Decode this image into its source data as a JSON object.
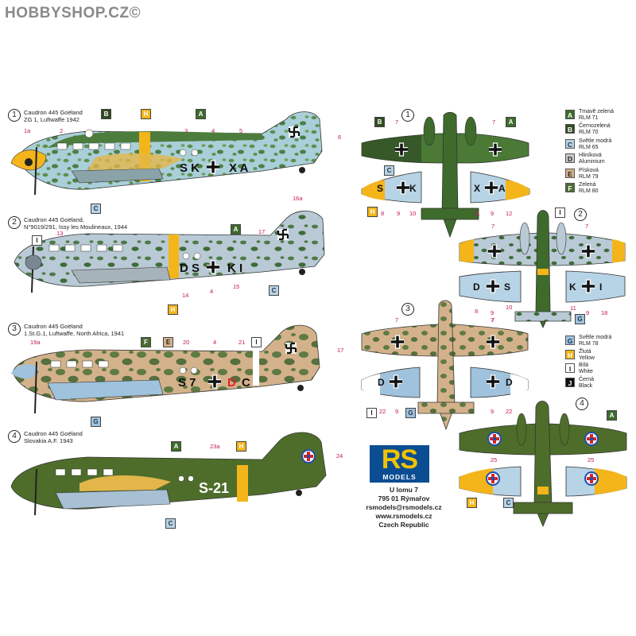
{
  "watermark": "HOBBYSHOP.CZ©",
  "schemes": [
    {
      "number": "1",
      "lines": [
        "Caudron 445 Goëland",
        "ZG 1, Luftwaffe 1942"
      ],
      "code": "SK+XA"
    },
    {
      "number": "2",
      "lines": [
        "Caudron 445 Goëland,",
        "N°9019/291, Issy les Moulineaux, 1944"
      ],
      "code": "DS+KI"
    },
    {
      "number": "3",
      "lines": [
        "Caudron 445 Goëland",
        "1.St.G.1, Luftwaffe, North Africa, 1941"
      ],
      "code": "S7+DC"
    },
    {
      "number": "4",
      "lines": [
        "Caudron 445 Goëland",
        "Slovakia A.F. 1943"
      ],
      "code": "S-21"
    }
  ],
  "side_callouts": {
    "s1": [
      "1a",
      "2",
      "3",
      "4",
      "5",
      "6",
      "B",
      "H",
      "A",
      "C"
    ],
    "s2": [
      "13",
      "16a",
      "17",
      "14",
      "4",
      "15",
      "I",
      "A",
      "H",
      "C"
    ],
    "s3": [
      "19a",
      "20",
      "4",
      "21",
      "17",
      "F",
      "E",
      "I",
      "G"
    ],
    "s4": [
      "23a",
      "24",
      "A",
      "H",
      "C"
    ]
  },
  "plan_callouts": {
    "p1": [
      "7",
      "7",
      "B",
      "A",
      "C",
      "8",
      "9",
      "10",
      "11",
      "9",
      "12",
      "H"
    ],
    "p2": [
      "7",
      "7",
      "I",
      "8",
      "9",
      "10",
      "11",
      "9",
      "18",
      "G"
    ],
    "p3": [
      "7",
      "7",
      "I",
      "22",
      "9",
      "G",
      "7",
      "9",
      "22"
    ],
    "p4": [
      "25",
      "25",
      "A",
      "H",
      "C"
    ]
  },
  "wing_letters": {
    "w1l": [
      "S",
      "K"
    ],
    "w1r": [
      "X",
      "A"
    ],
    "w2l": [
      "D",
      "S"
    ],
    "w2r": [
      "K",
      "I"
    ],
    "w3l": [
      "D"
    ],
    "w3r": [
      "D"
    ]
  },
  "legend": [
    {
      "code": "A",
      "name": "Tmavě zelená",
      "ref": "RLM 71",
      "fill": "#3e6b2c",
      "text": "#ffffff"
    },
    {
      "code": "B",
      "name": "Černozelená",
      "ref": "RLM 70",
      "fill": "#2f4a22",
      "text": "#ffffff"
    },
    {
      "code": "C",
      "name": "Světle modrá",
      "ref": "RLM 65",
      "fill": "#b7d3e6",
      "text": "#223344"
    },
    {
      "code": "D",
      "name": "Hliníková",
      "ref": "Aluminium",
      "fill": "#c9c9c9",
      "text": "#222222"
    },
    {
      "code": "E",
      "name": "Písková",
      "ref": "RLM 79",
      "fill": "#d3b28b",
      "text": "#222222"
    },
    {
      "code": "F",
      "name": "Zelená",
      "ref": "RLM 80",
      "fill": "#4a6b34",
      "text": "#ffffff"
    },
    {
      "code": "G",
      "name": "Světle modrá",
      "ref": "RLM 78",
      "fill": "#9fc2dd",
      "text": "#223344"
    },
    {
      "code": "H",
      "name": "Žlutá",
      "ref": "Yellow",
      "fill": "#f3b51a",
      "text": "#ffffff"
    },
    {
      "code": "I",
      "name": "Bílá",
      "ref": "White",
      "fill": "#ffffff",
      "text": "#222222"
    },
    {
      "code": "J",
      "name": "Černá",
      "ref": "Black",
      "fill": "#111111",
      "text": "#ffffff"
    }
  ],
  "logo": {
    "letters": "RS",
    "word": "MODELS"
  },
  "address": [
    "U lomu 7",
    "795 01 Rýmařov",
    "rsmodels@rsmodels.cz",
    "www.rsmodels.cz",
    "Czech Republic"
  ],
  "colors": {
    "magenta": "#c2185b",
    "yellow_band": "#f3b51a",
    "rlm65": "#b7d3e6",
    "rlm71": "#3e6b2c",
    "rlm79": "#d3b28b",
    "slovak_green": "#4e6d2a"
  }
}
